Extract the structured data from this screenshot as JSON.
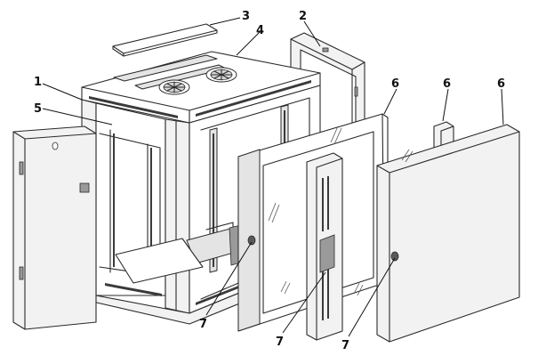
{
  "callouts": {
    "c1": "1",
    "c2": "2",
    "c3": "3",
    "c4": "4",
    "c5": "5",
    "c6a": "6",
    "c6b": "6",
    "c6c": "6",
    "c7a": "7",
    "c7b": "7",
    "c7c": "7"
  }
}
